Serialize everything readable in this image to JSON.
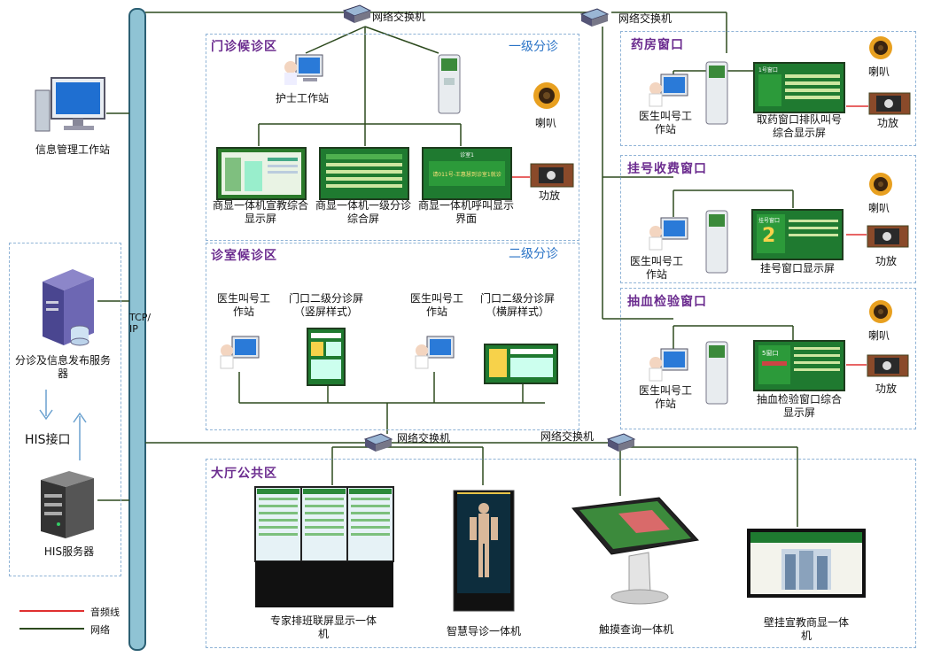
{
  "switches": {
    "top_left": "网络交换机",
    "top_right": "网络交换机",
    "bottom_left": "网络交换机",
    "bottom_right": "网络交换机"
  },
  "backbone_label": "TCP/IP",
  "left": {
    "info_workstation": "信息管理工作站",
    "server": "分诊及信息发布服务器",
    "his_interface": "HIS接口",
    "his_server": "HIS服务器"
  },
  "outpatient": {
    "title": "门诊候诊区",
    "tier": "一级分诊",
    "nurse": "护士工作站",
    "screen1": "商显一体机宣教综合显示屏",
    "screen2": "商显一体机一级分诊综合屏",
    "screen3": "商显一体机呼叫显示界面",
    "screen3_text": "请011号-王惠慧到诊室1就诊",
    "screen3_tab": "诊室1",
    "speaker": "喇叭",
    "amp": "功放"
  },
  "clinic": {
    "title": "诊室候诊区",
    "tier": "二级分诊",
    "doctor1": "医生叫号工作站",
    "screen_v": "门口二级分诊屏（竖屏样式）",
    "doctor2": "医生叫号工作站",
    "screen_h": "门口二级分诊屏（横屏样式）"
  },
  "pharmacy": {
    "title": "药房窗口",
    "doctor": "医生叫号工作站",
    "screen": "取药窗口排队叫号综合显示屏",
    "screen_tab": "1号窗口",
    "speaker": "喇叭",
    "amp": "功放"
  },
  "registration": {
    "title": "挂号收费窗口",
    "doctor": "医生叫号工作站",
    "screen": "挂号窗口显示屏",
    "screen_tab": "挂号窗口",
    "screen_num": "2",
    "speaker": "喇叭",
    "amp": "功放"
  },
  "blood": {
    "title": "抽血检验窗口",
    "doctor": "医生叫号工作站",
    "screen": "抽血检验窗口综合显示屏",
    "screen_tab": "5窗口",
    "speaker": "喇叭",
    "amp": "功放"
  },
  "hall": {
    "title": "大厅公共区",
    "expert": "专家排班联屏显示一体机",
    "guide": "智慧导诊一体机",
    "touch": "触摸查询一体机",
    "wall": "壁挂宣教商显一体机"
  },
  "legend": {
    "audio": "音频线",
    "network": "网络"
  },
  "colors": {
    "audio": "#e03030",
    "network": "#2d4a1e",
    "zone_title": "#6b2c8f",
    "tier": "#2a73c6"
  }
}
